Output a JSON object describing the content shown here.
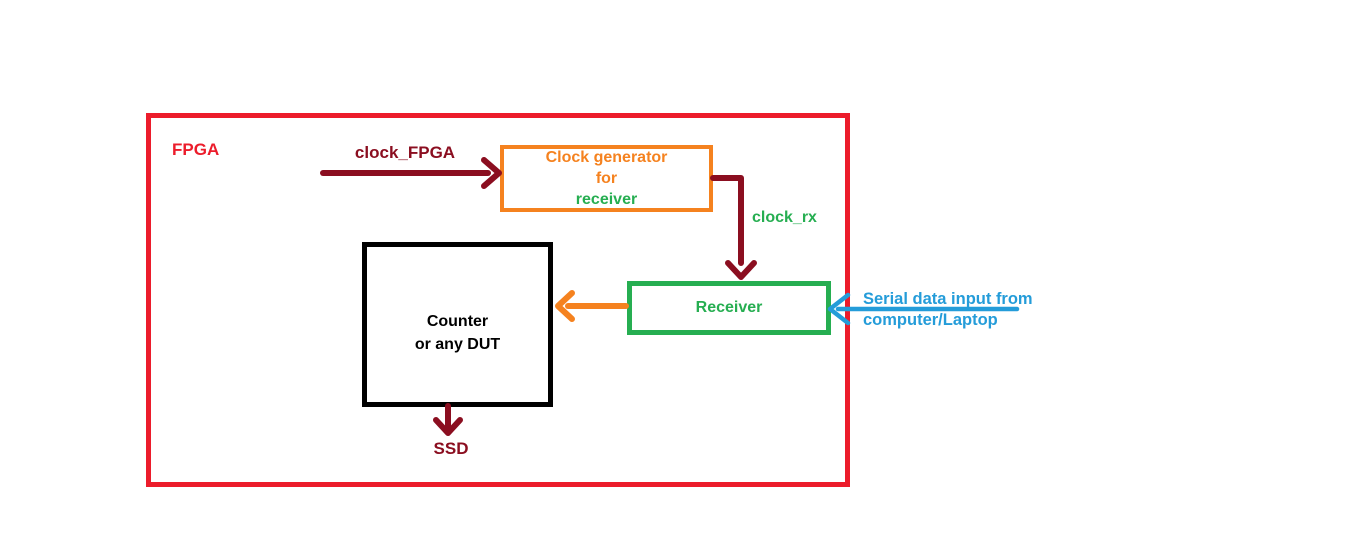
{
  "colors": {
    "red": "#EC1C2B",
    "dark_red": "#8B0E20",
    "orange": "#F5821F",
    "green": "#26AE51",
    "blue": "#249CD9",
    "black": "#000000"
  },
  "diagram": {
    "container_label": "FPGA",
    "blocks": {
      "clock_generator": {
        "line1": "Clock generator",
        "line2": "for",
        "line3": "receiver"
      },
      "receiver": {
        "label": "Receiver"
      },
      "counter": {
        "line1": "Counter",
        "line2": "or any DUT"
      }
    },
    "signals": {
      "clock_fpga": "clock_FPGA",
      "clock_rx": "clock_rx",
      "ssd": "SSD",
      "serial_input_line1": "Serial data input from",
      "serial_input_line2": "computer/Laptop"
    }
  }
}
